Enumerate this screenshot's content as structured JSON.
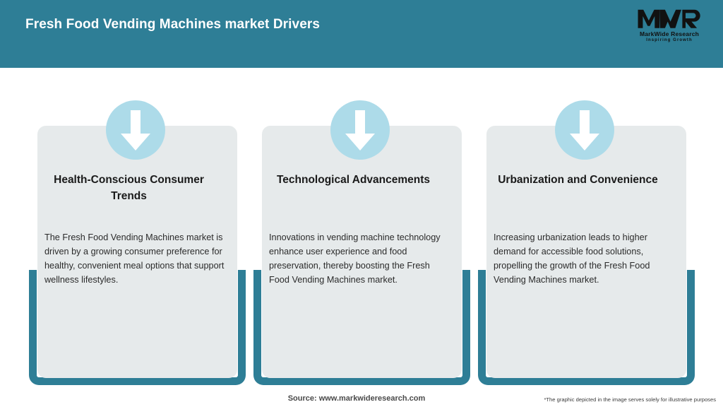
{
  "header": {
    "title": "Fresh Food Vending Machines market Drivers",
    "bg_color": "#2e7e96",
    "title_color": "#ffffff",
    "logo": {
      "mark": "MWR",
      "name": "MarkWide Research",
      "tagline": "Inspiring Growth"
    }
  },
  "theme": {
    "teal": "#2e7e96",
    "panel_gray": "#e6eaeb",
    "badge_blue": "#addbe9",
    "arrow_white": "#ffffff"
  },
  "cards": [
    {
      "icon": "arrow-down-icon",
      "title": "Health-Conscious Consumer Trends",
      "body": "The Fresh Food Vending Machines market is driven by a growing consumer preference for healthy, convenient meal options that support wellness lifestyles."
    },
    {
      "icon": "arrow-down-icon",
      "title": "Technological Advancements",
      "body": "Innovations in vending machine technology enhance user experience and food preservation, thereby boosting the Fresh Food Vending Machines market."
    },
    {
      "icon": "arrow-down-icon",
      "title": "Urbanization and Convenience",
      "body": "Increasing urbanization leads to higher demand for accessible food solutions, propelling the growth of the Fresh Food Vending Machines market."
    }
  ],
  "footer": {
    "source": "Source: www.markwideresearch.com",
    "disclaimer": "*The graphic depicted in the image serves solely for illustrative purposes"
  }
}
